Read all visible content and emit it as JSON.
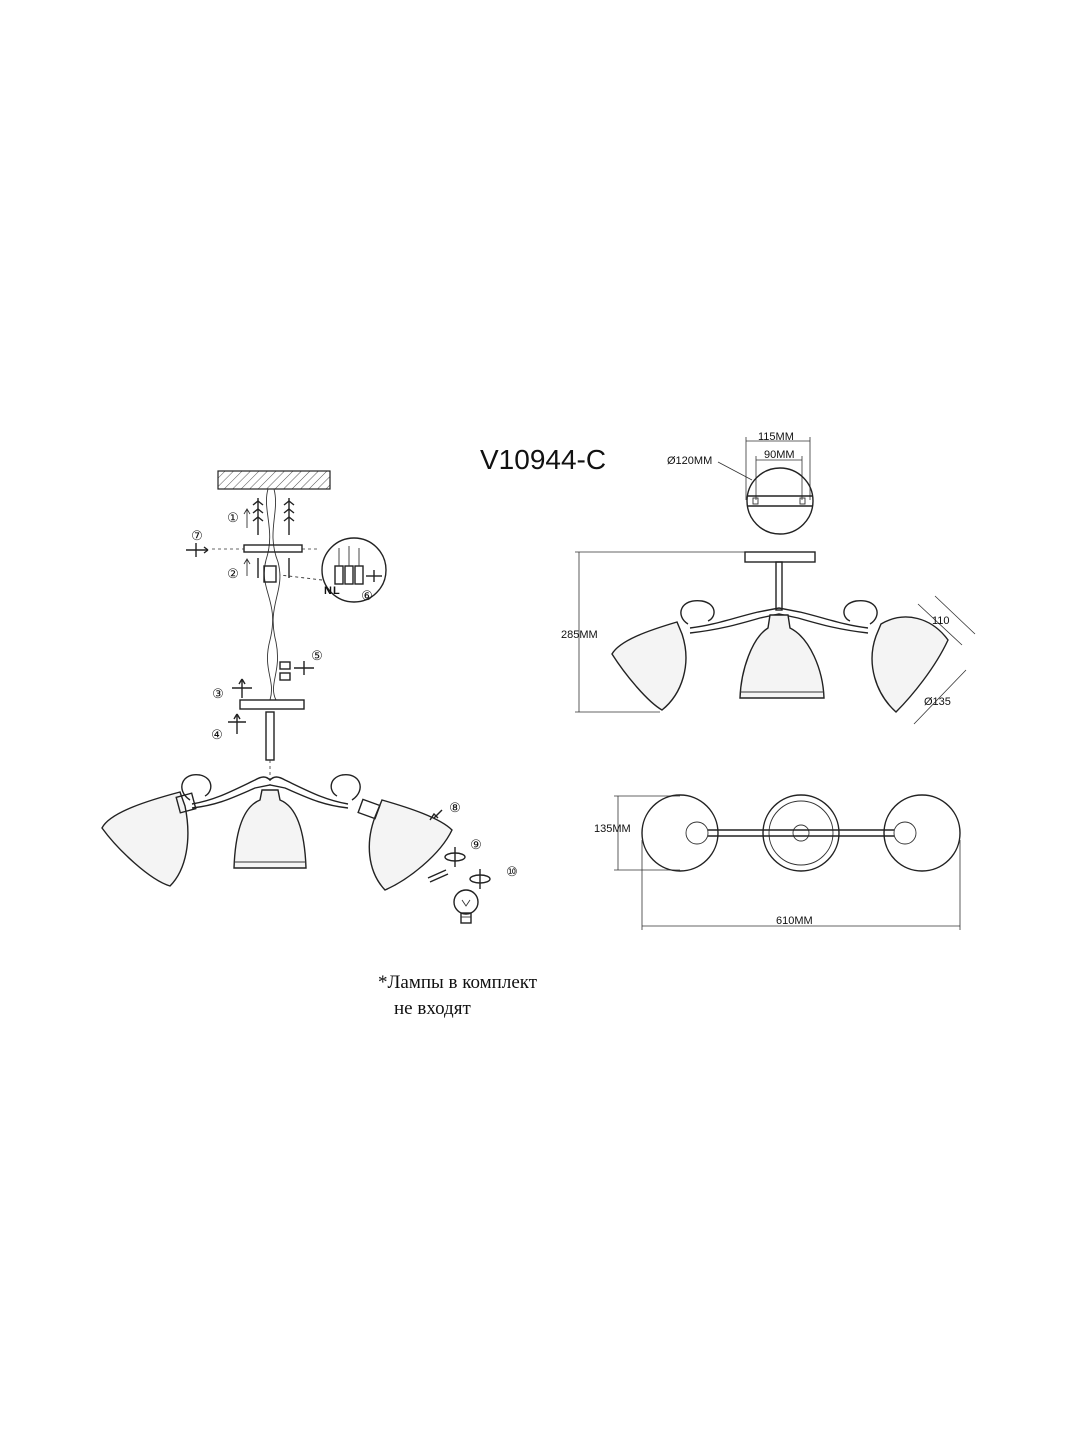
{
  "model": "V10944-C",
  "dimensions": {
    "plate_width": "115MM",
    "hole_spacing": "90MM",
    "plate_diameter": "Ø120MM",
    "height": "285MM",
    "shade_height": "110",
    "shade_diameter": "Ø135",
    "depth": "135MM",
    "width": "610MM"
  },
  "wiring": {
    "neutral": "N",
    "live": "L"
  },
  "steps": [
    "①",
    "②",
    "③",
    "④",
    "⑤",
    "⑥",
    "⑦",
    "⑧",
    "⑨",
    "⑩"
  ],
  "note": {
    "line1": "*Лампы в комплект",
    "line2": "не входят"
  }
}
